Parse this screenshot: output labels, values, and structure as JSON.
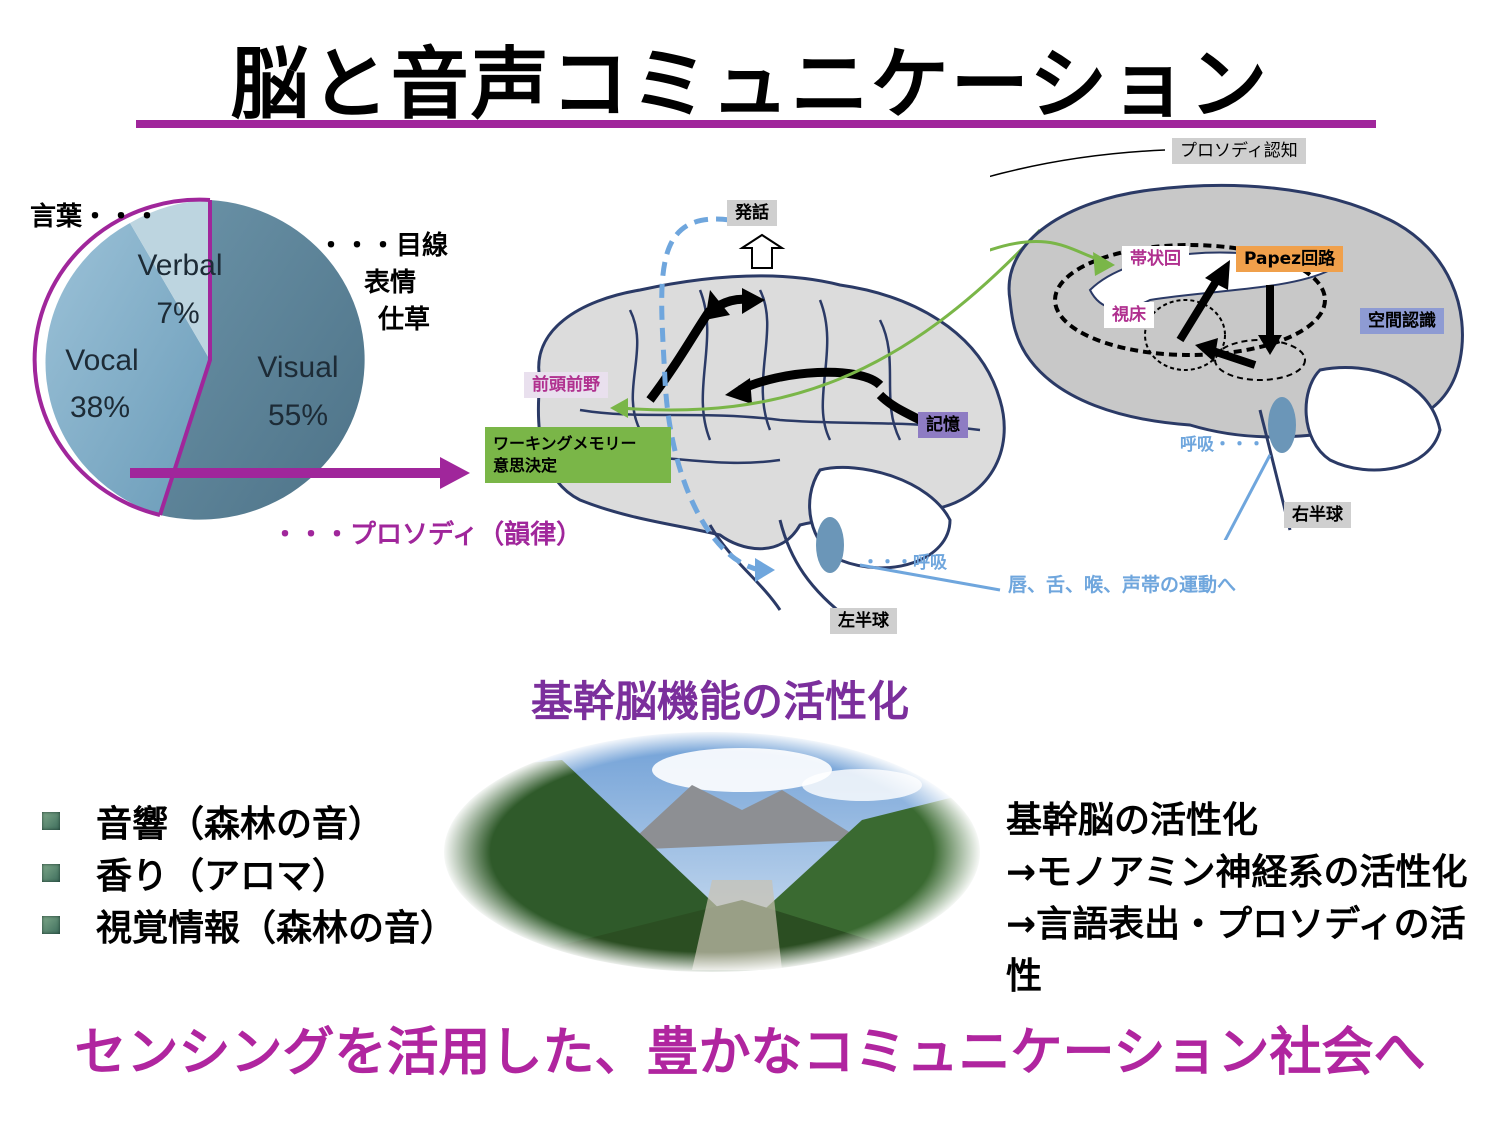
{
  "title": "脳と音声コミュニケーション",
  "pie": {
    "left_label": "言葉・・・",
    "right_label_lines": [
      "・・・目線",
      "表情",
      "仕草"
    ],
    "slices": [
      {
        "name": "Visual",
        "percent": "55%",
        "value": 55,
        "color": "#5b8399"
      },
      {
        "name": "Vocal",
        "percent": "38%",
        "value": 38,
        "color": "#7aaac6"
      },
      {
        "name": "Verbal",
        "percent": "7%",
        "value": 7,
        "color": "#b4cedb"
      }
    ],
    "prosody_label": "・・・プロソディ（韻律）"
  },
  "left_brain": {
    "speech": "発話",
    "prefrontal": "前頭前野",
    "working_memory": "ワーキングメモリー",
    "decision": "意思決定",
    "memory": "記憶",
    "breath": "・・・呼吸",
    "hemisphere": "左半球",
    "motor": "唇、舌、喉、声帯の運動へ"
  },
  "right_brain": {
    "prosody_recognition": "プロソディ認知",
    "cingulate": "帯状回",
    "papez": "Papez回路",
    "thalamus": "視床",
    "spatial": "空間認識",
    "breath": "呼吸・・・",
    "hemisphere": "右半球"
  },
  "subtitle": "基幹脳機能の活性化",
  "bullets": [
    "音響（森林の音）",
    "香り（アロマ）",
    "視覚情報（森林の音）"
  ],
  "right_text": [
    "基幹脳の活性化",
    "→モノアミン神経系の活性化",
    "→言語表出・プロソディの活性"
  ],
  "footer": "センシングを活用した、豊かなコミュニケーション社会へ",
  "colors": {
    "accent": "#a0269b",
    "green_arrow": "#7ab648",
    "blue_arrow": "#6fa6dd",
    "purple_text": "#7b2f9c",
    "orange_box": "#f0a04b",
    "lilac_box": "#8e7cc3"
  }
}
